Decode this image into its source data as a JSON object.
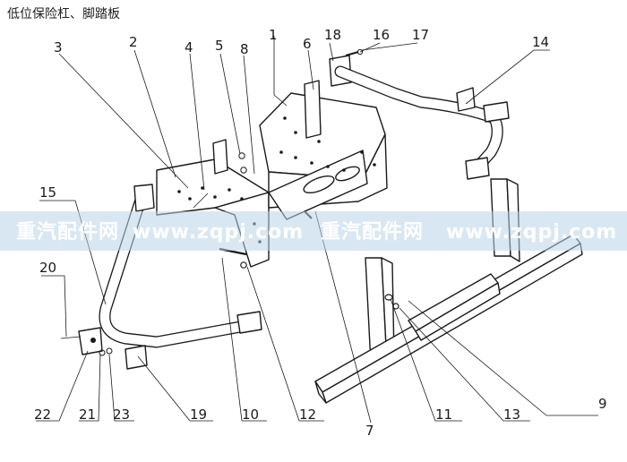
{
  "title": "低位保险杠、脚踏板",
  "watermark": {
    "text_left": "重汽配件网",
    "text_mid": "www.zqpj.com",
    "text_right_cn": "重汽配件网",
    "text_right": "www.zqpj.com",
    "band_color": "#b9d3e8"
  },
  "callouts": [
    "1",
    "2",
    "3",
    "4",
    "5",
    "6",
    "7",
    "8",
    "9",
    "10",
    "11",
    "12",
    "13",
    "14",
    "15",
    "16",
    "17",
    "18",
    "19",
    "20",
    "21",
    "22",
    "23"
  ]
}
